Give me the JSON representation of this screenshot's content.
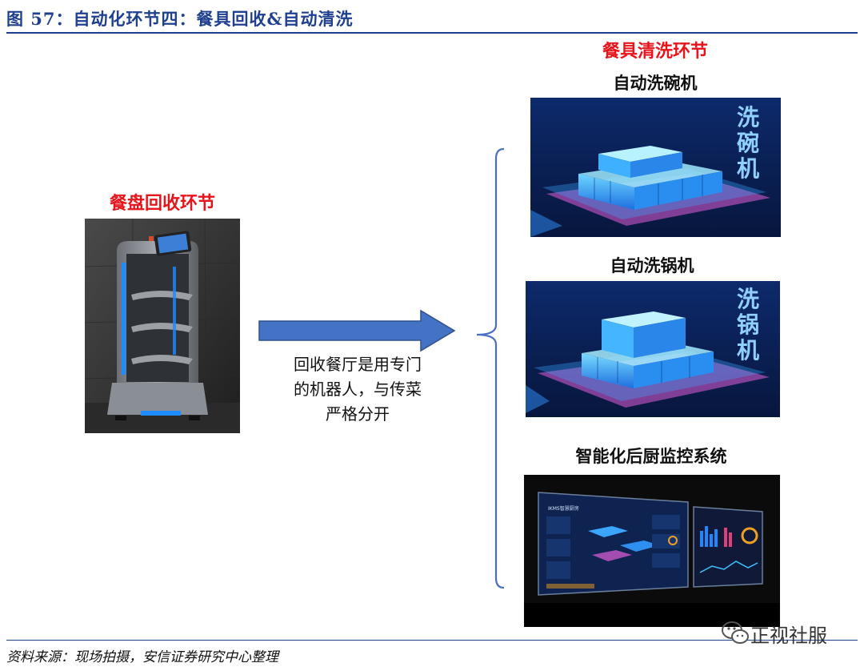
{
  "header": {
    "figure_title": "图 57：自动化环节四：餐具回收&自动清洗"
  },
  "left": {
    "title": "餐盘回收环节"
  },
  "arrow": {
    "caption_lines": [
      "回收餐厅是用专门",
      "的机器人，与传菜",
      "严格分开"
    ]
  },
  "right": {
    "title": "餐具清洗环节",
    "dishwasher_caption": "自动洗碗机",
    "dishwasher_label_chars": [
      "洗",
      "碗",
      "机"
    ],
    "potwasher_caption": "自动洗锅机",
    "potwasher_label_chars": [
      "洗",
      "锅",
      "机"
    ],
    "monitor_caption": "智能化后厨监控系统",
    "monitor_screen_title": "IKMS智慧厨房"
  },
  "footer": {
    "source": "资料来源：现场拍摄，安信证券研究中心整理"
  },
  "watermark": {
    "text": "正视社服"
  },
  "colors": {
    "brand_blue": "#1f3f8f",
    "highlight_red": "#e8141b",
    "arrow_fill": "#4472c4",
    "bracket_blue": "#4a6fc2"
  }
}
